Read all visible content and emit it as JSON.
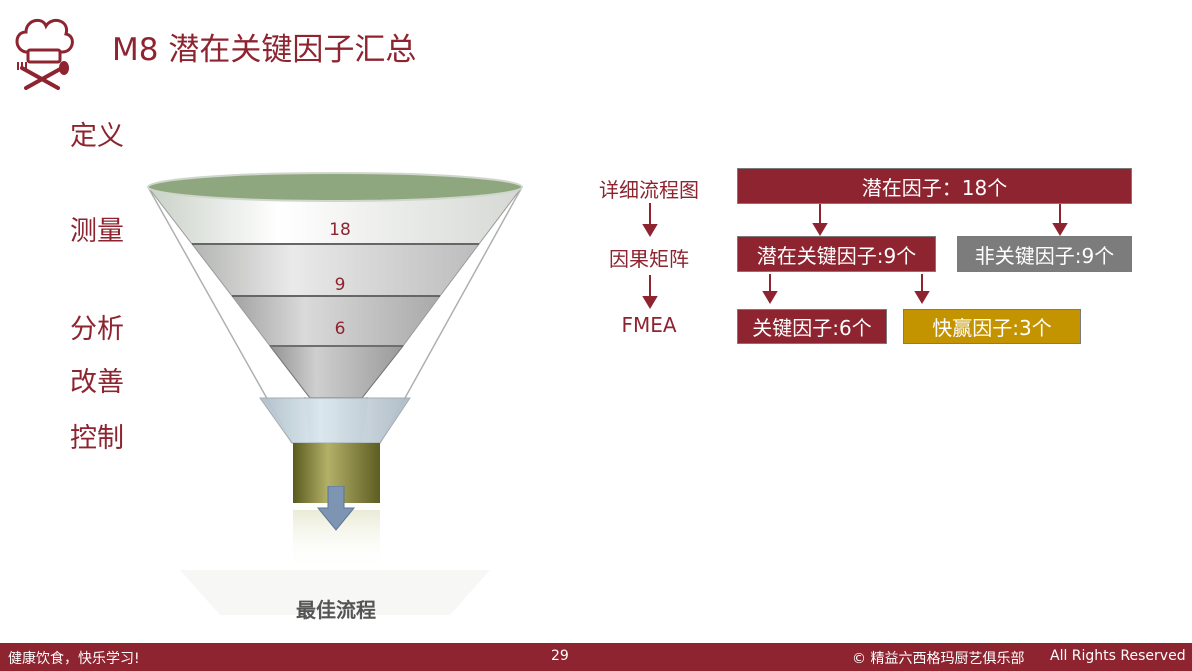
{
  "header": {
    "title": "M8 潜在关键因子汇总",
    "logo_icon": "chef-hat-utensils-icon"
  },
  "phases": [
    "定义",
    "测量",
    "分析",
    "改善",
    "控制"
  ],
  "funnel": {
    "layers": [
      "18",
      "9",
      "6"
    ],
    "output_label": "最佳流程",
    "arrow_icon": "down-arrow-icon"
  },
  "flow": {
    "steps": [
      "详细流程图",
      "因果矩阵",
      "FMEA"
    ],
    "boxes": {
      "potential": "潜在因子：18个",
      "potential_key": "潜在关键因子:9个",
      "non_key": "非关键因子:9个",
      "key": "关键因子:6个",
      "quick_win": "快赢因子:3个"
    }
  },
  "colors": {
    "brand": "#8d2430",
    "gray_box": "#7c7c7c",
    "gold_box": "#c49400"
  },
  "footer": {
    "left": "健康饮食，快乐学习!",
    "page": "29",
    "copyright": "© 精益六西格玛厨艺俱乐部",
    "rights": "All Rights Reserved"
  }
}
